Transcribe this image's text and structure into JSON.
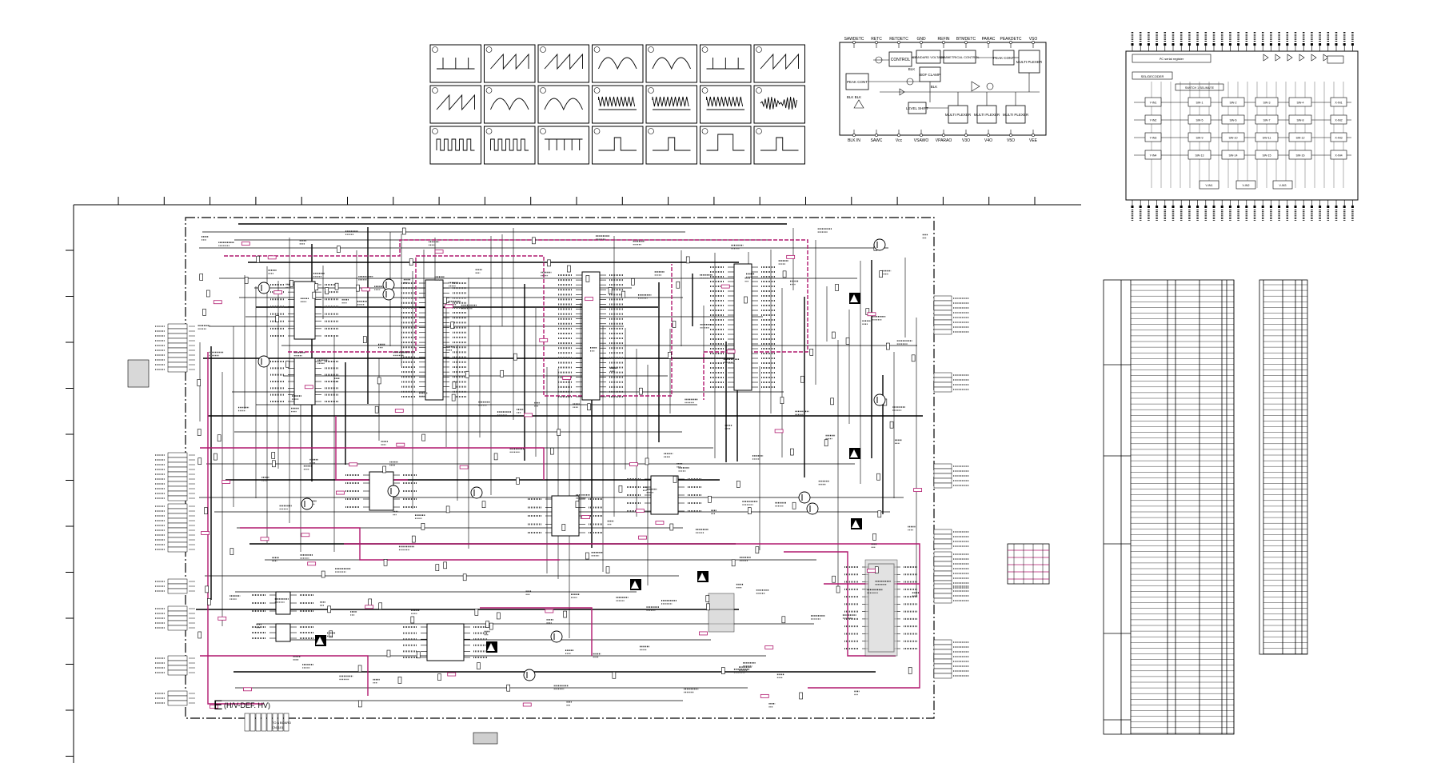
{
  "sheet": {
    "board_label": "E",
    "board_title": "(H/V-DEF. HV)"
  },
  "block_diagram": {
    "top_pins": [
      "SAWDETC",
      "RETC",
      "RETDETC",
      "GND",
      "REFIN",
      "BTMDETC",
      "PARAC",
      "PEAKDETC",
      "VSO"
    ],
    "bottom_pins": [
      "BLK IN",
      "SAWC",
      "Vcc",
      "VSAWO",
      "VPARAO",
      "V3O",
      "V4O",
      "V5O",
      "VEE"
    ],
    "blocks": {
      "control": "CONTROL",
      "standard_voltage": "STANDARD VOLTAGE",
      "symmetrical_control": "SYMMETRICAL CONTROL",
      "peak_cont_right": "PEAK CONT",
      "multiplexer_right": "MULTI PLEXER",
      "peak_cont_left": "PEAK CONT",
      "bof_clamp": "BOF CLAMP",
      "level_shift": "LEVEL SHIFT",
      "mux1": "MULTI PLEXER",
      "mux2": "MULTI PLEXER",
      "mux3": "MULTI PLEXER"
    },
    "signal_labels": {
      "blk1": "BLK",
      "blk2": "BLK",
      "blk_blk": "BLK BLK"
    }
  },
  "ic_internal": {
    "register_label": "I²C serial register",
    "decoder_label": "SEL/DECODER",
    "switch_label": "SWITCH 1 SEL/MUTE",
    "cells": [
      "SW-1",
      "SW-2",
      "SW-3",
      "SW-4",
      "SW-5",
      "SW-6",
      "SW-7",
      "SW-8",
      "SW-9",
      "SW-10",
      "SW-11",
      "SW-12",
      "SW-13",
      "SW-14",
      "SW-15",
      "SW-16"
    ],
    "side_cells": [
      "Y-IN1",
      "Y-IN2",
      "Y-IN3",
      "Y-IN4",
      "X-IN1",
      "X-IN2",
      "X-IN3",
      "X-IN4"
    ],
    "bottom_cells": [
      "V-IN1",
      "V-IN2",
      "V-IN3"
    ]
  },
  "bottom_connector": {
    "note": "TO A BOARD",
    "ref": "CN1101"
  }
}
